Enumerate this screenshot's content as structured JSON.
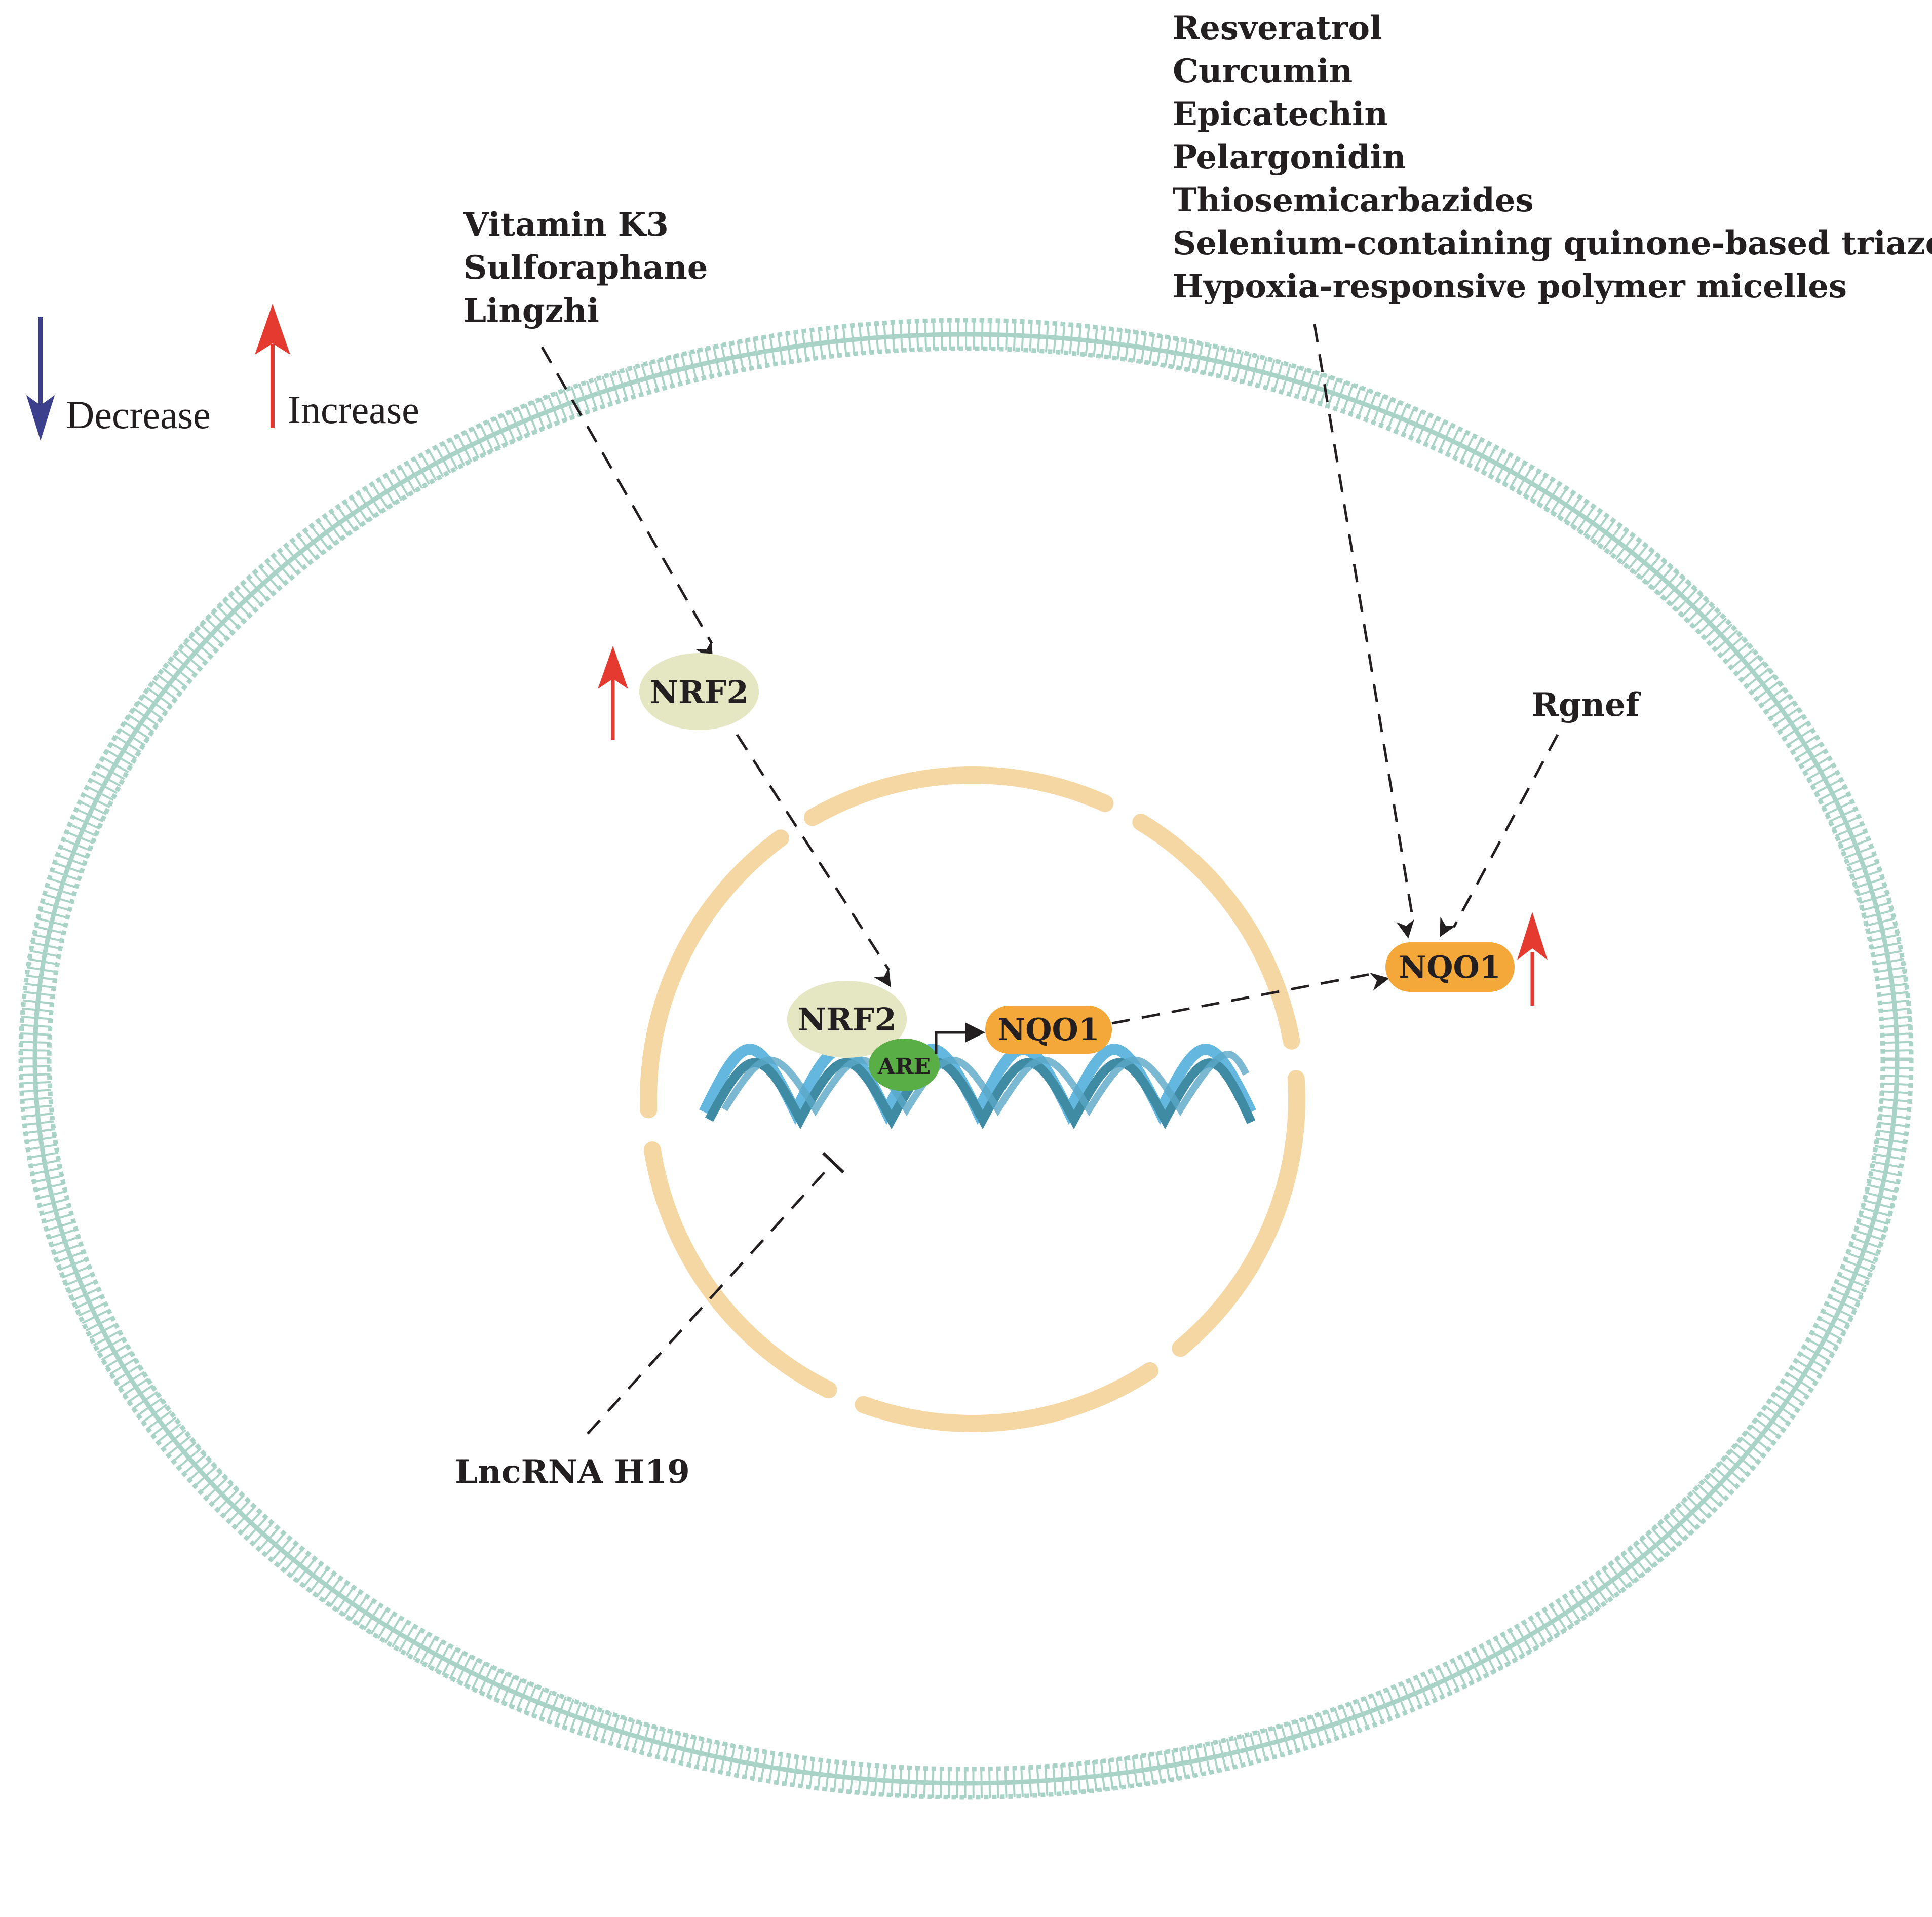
{
  "legend": {
    "decrease_label": "Decrease",
    "increase_label": "Increase",
    "decrease_color": "#3b3f8c",
    "increase_color": "#e53a2f"
  },
  "inducers_nrf2": [
    "Vitamin K3",
    "Sulforaphane",
    "Lingzhi"
  ],
  "inducers_nqo1": [
    "Resveratrol",
    "Curcumin",
    "Epicatechin",
    "Pelargonidin",
    "Thiosemicarbazides",
    "Selenium-containing quinone-based triazoles",
    "Hypoxia-responsive polymer micelles"
  ],
  "nodes": {
    "nrf2_cytoplasm": "NRF2",
    "nrf2_nucleus": "NRF2",
    "are": "ARE",
    "nqo1_nucleus": "NQO1",
    "nqo1_cytoplasm": "NQO1",
    "rgnef": "Rgnef",
    "lncrna": "LncRNA H19"
  },
  "colors": {
    "membrane": "#a9d3c6",
    "nuclear_envelope": "#f5d7a4",
    "nrf2": "#e5e6c2",
    "are": "#5aae46",
    "nqo1": "#f5a83a",
    "dna_light": "#64b8e0",
    "dna_dark": "#3f8ba4"
  }
}
